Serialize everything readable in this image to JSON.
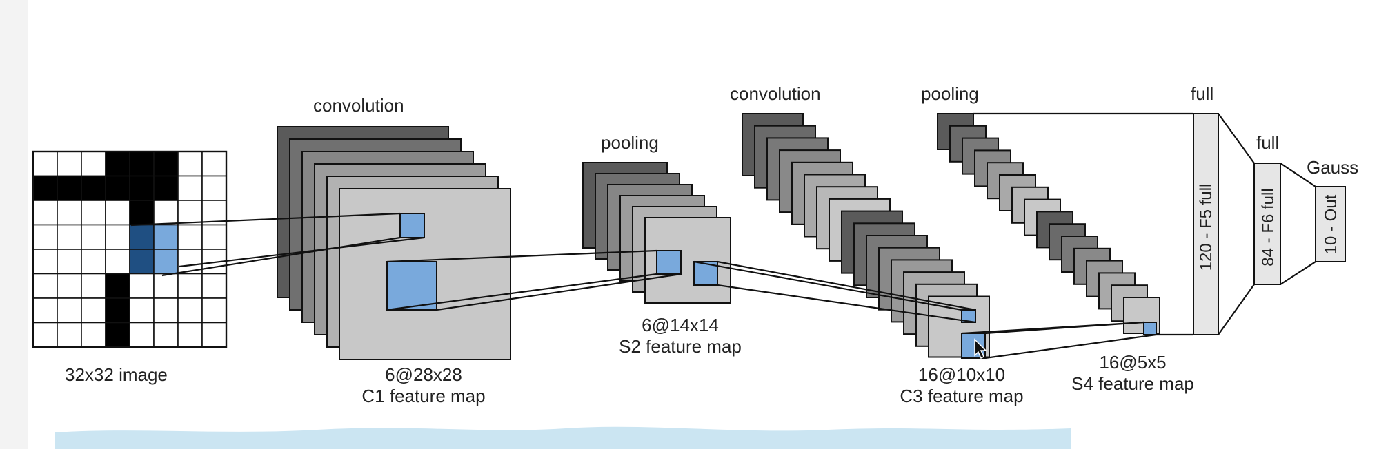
{
  "diagram": {
    "labels": {
      "input_caption": "32x32 image",
      "c1_op": "convolution",
      "c1_size": "6@28x28",
      "c1_name": "C1 feature map",
      "s2_op": "pooling",
      "s2_size": "6@14x14",
      "s2_name": "S2 feature map",
      "c3_op": "convolution",
      "c3_size": "16@10x10",
      "c3_name": "C3 feature map",
      "s4_op": "pooling",
      "s4_size": "16@5x5",
      "s4_name": "S4 feature map",
      "f5_op": "full",
      "f5_label": "120 - F5 full",
      "f6_op": "full",
      "f6_label": "84 - F6 full",
      "out_op": "Gauss",
      "out_label": "10 - Out"
    },
    "colors": {
      "map_dark": "#5a5a5a",
      "map_light": "#c8c8c8",
      "highlight_blue": "#79a9dc",
      "highlight_dark": "#1f4f82",
      "dense_fill": "#e6e6e6",
      "stroke": "#111111",
      "bottom_band": "#cbe5f2"
    }
  }
}
